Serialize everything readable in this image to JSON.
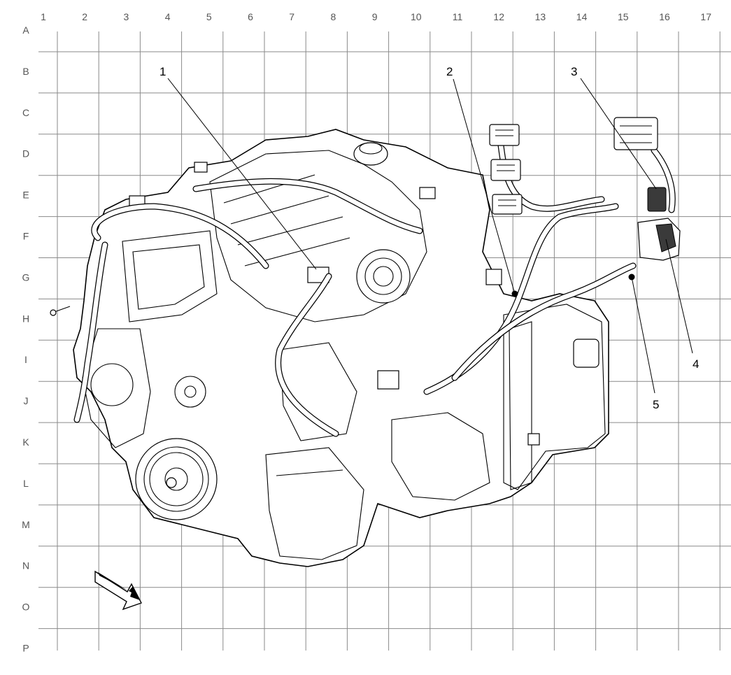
{
  "grid": {
    "columns": [
      "1",
      "2",
      "3",
      "4",
      "5",
      "6",
      "7",
      "8",
      "9",
      "10",
      "11",
      "12",
      "13",
      "14",
      "15",
      "16",
      "17"
    ],
    "rows": [
      "A",
      "B",
      "C",
      "D",
      "E",
      "F",
      "G",
      "H",
      "I",
      "J",
      "K",
      "L",
      "M",
      "N",
      "O",
      "P"
    ]
  },
  "callouts": [
    {
      "label": "1"
    },
    {
      "label": "2"
    },
    {
      "label": "3"
    },
    {
      "label": "4"
    },
    {
      "label": "5"
    }
  ],
  "icons": {
    "view_direction": "view-direction-arrow-icon"
  }
}
